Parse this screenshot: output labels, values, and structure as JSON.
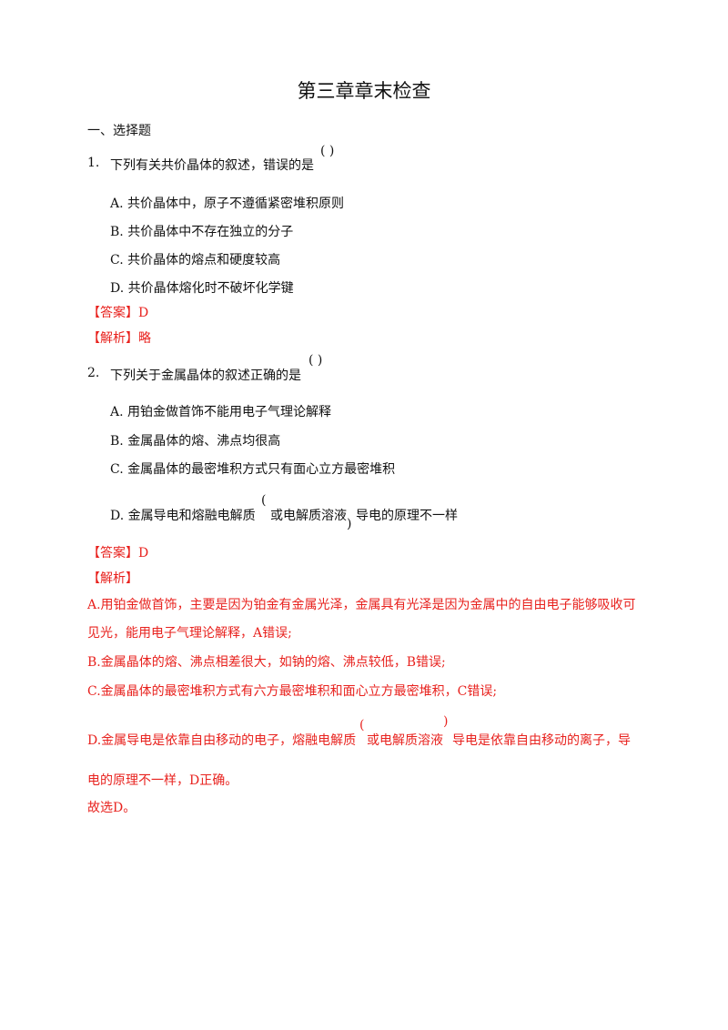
{
  "doc": {
    "title": "第三章章末检查",
    "section": "一、选择题",
    "q1": {
      "num": "1.",
      "stem": "下列有关共价晶体的叙述，错误的是",
      "paren": "( )",
      "options": [
        "A.  共价晶体中，原子不遵循紧密堆积原则",
        "B.  共价晶体中不存在独立的分子",
        "C.  共价晶体的熔点和硬度较高",
        "D.  共价晶体熔化时不破坏化学键"
      ],
      "answer": "【答案】D",
      "analysis": "【解析】略"
    },
    "q2": {
      "num": "2.",
      "stem": "下列关于金属晶体的叙述正确的是",
      "paren": "( )",
      "options": [
        "A.  用铂金做首饰不能用电子气理论解释",
        "B.  金属晶体的熔、沸点均很高",
        "C.  金属晶体的最密堆积方式只有面心立方最密堆积"
      ],
      "optD": {
        "a": "D.  金属导电和熔融电解质",
        "b": "或电解质溶液",
        "c": "导电的原理不一样",
        "lp": "(",
        "rp": ")"
      },
      "answer": "【答案】D",
      "analysis": "【解析】",
      "exp_a1": "A.用铂金做首饰，主要是因为铂金有金属光泽，金属具有光泽是因为金属中的自由电子能够吸收可",
      "exp_a2": "见光，能用电子气理论解释，A错误;",
      "exp_b": "B.金属晶体的熔、沸点相差很大，如钠的熔、沸点较低，B错误;",
      "exp_c": "C.金属晶体的最密堆积方式有六方最密堆积和面心立方最密堆积，C错误;",
      "exp_d": {
        "a": "D.金属导电是依靠自由移动的电子，熔融电解质",
        "b": "或电解质溶液",
        "c": "导电是依靠自由移动的离子，导",
        "lp": "(",
        "rp": ")"
      },
      "exp_d2": "电的原理不一样，D正确。",
      "conclusion": "故选D。"
    }
  }
}
